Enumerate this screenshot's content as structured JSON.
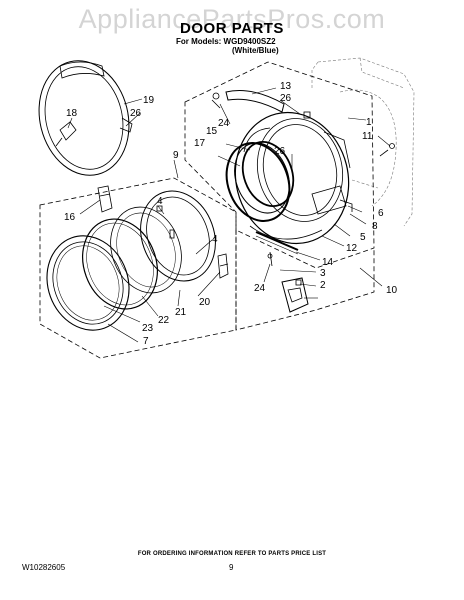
{
  "watermark": "AppliancePartsPros.com",
  "header": {
    "title": "DOOR PARTS",
    "models_line": "For Models: WGD9400SZ2",
    "variant": "(White/Blue)"
  },
  "callouts": {
    "c1": "1",
    "c2": "2",
    "c3": "3",
    "c4a": "4",
    "c4b": "4",
    "c5": "5",
    "c6": "6",
    "c7": "7",
    "c8": "8",
    "c9": "9",
    "c10": "10",
    "c11": "11",
    "c12": "12",
    "c13": "13",
    "c14": "14",
    "c15": "15",
    "c16": "16",
    "c17": "17",
    "c18": "18",
    "c19": "19",
    "c20": "20",
    "c21": "21",
    "c22": "22",
    "c23": "23",
    "c24a": "24",
    "c24b": "24",
    "c26a": "26",
    "c26b": "26",
    "c26c": "26"
  },
  "footer": {
    "note": "FOR ORDERING INFORMATION REFER TO PARTS PRICE LIST",
    "doc_number": "W10282605",
    "page_number": "9"
  }
}
